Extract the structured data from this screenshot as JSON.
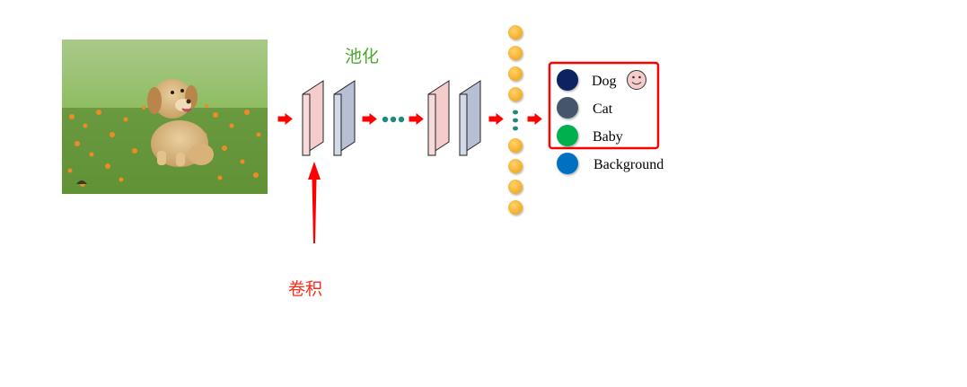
{
  "labels": {
    "pooling": "池化",
    "convolution": "卷积"
  },
  "classes": [
    {
      "name": "Dog",
      "color": "#0b2160",
      "highlighted": true,
      "emoji": "smiley"
    },
    {
      "name": "Cat",
      "color": "#44546a",
      "highlighted": true
    },
    {
      "name": "Baby",
      "color": "#00b050",
      "highlighted": true
    },
    {
      "name": "Background",
      "color": "#0070c0",
      "highlighted": false
    }
  ],
  "colors": {
    "arrow": "#ff0000",
    "pooling_label": "#4aa82c",
    "convolution_label": "#ff2a1a",
    "conv_layer_fill": "#f4cccc",
    "pool_layer_fill": "#c8cfe0",
    "neuron": "#f5b335",
    "ellipsis_dot": "#1f8a7a",
    "highlight_box": "#ff0000"
  },
  "image": {
    "subject": "puppy sitting in grass with orange flowers"
  }
}
